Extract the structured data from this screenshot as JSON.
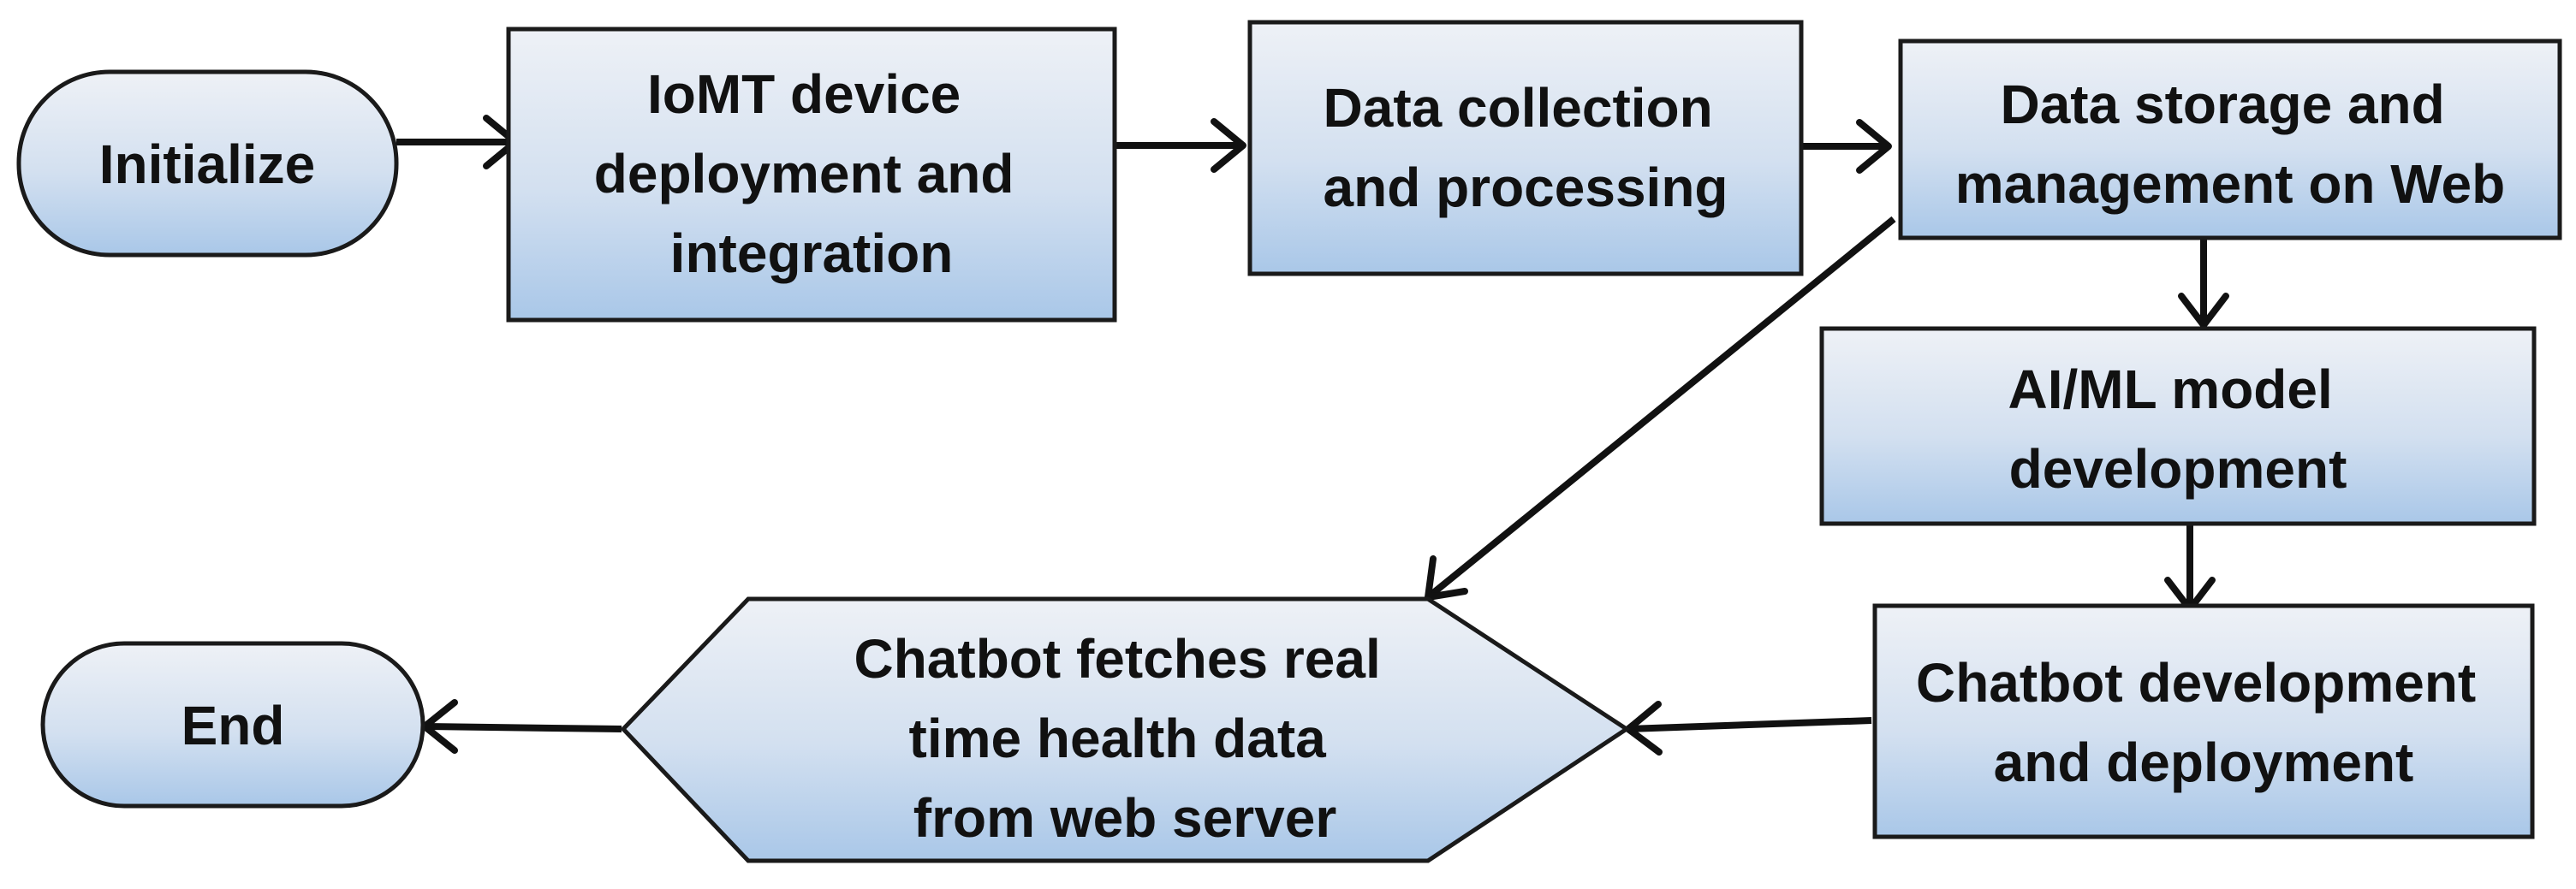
{
  "nodes": {
    "initialize": {
      "shape": "terminator",
      "lines": [
        "Initialize"
      ]
    },
    "iomt": {
      "shape": "process",
      "lines": [
        "IoMT device",
        "deployment and",
        "integration"
      ]
    },
    "data_collection": {
      "shape": "process",
      "lines": [
        "Data collection",
        "and processing"
      ]
    },
    "data_storage": {
      "shape": "process",
      "lines": [
        "Data storage and",
        "management on Web"
      ]
    },
    "aiml": {
      "shape": "process",
      "lines": [
        "AI/ML model",
        "development"
      ]
    },
    "chatbot_dev": {
      "shape": "process",
      "lines": [
        "Chatbot development",
        "and deployment"
      ]
    },
    "chatbot_fetch": {
      "shape": "hexagon",
      "lines": [
        "Chatbot fetches real",
        "time health data",
        "from web server"
      ]
    },
    "end": {
      "shape": "terminator",
      "lines": [
        "End"
      ]
    }
  },
  "edges": [
    {
      "from": "initialize",
      "to": "iomt"
    },
    {
      "from": "iomt",
      "to": "data_collection"
    },
    {
      "from": "data_collection",
      "to": "data_storage"
    },
    {
      "from": "data_storage",
      "to": "aiml"
    },
    {
      "from": "data_storage",
      "to": "chatbot_fetch"
    },
    {
      "from": "aiml",
      "to": "chatbot_dev"
    },
    {
      "from": "chatbot_dev",
      "to": "chatbot_fetch"
    },
    {
      "from": "chatbot_fetch",
      "to": "end"
    }
  ],
  "colors": {
    "fill_top": "#eef1f6",
    "fill_bottom": "#a9c7e8",
    "stroke": "#1a1a1a",
    "text": "#111111"
  }
}
